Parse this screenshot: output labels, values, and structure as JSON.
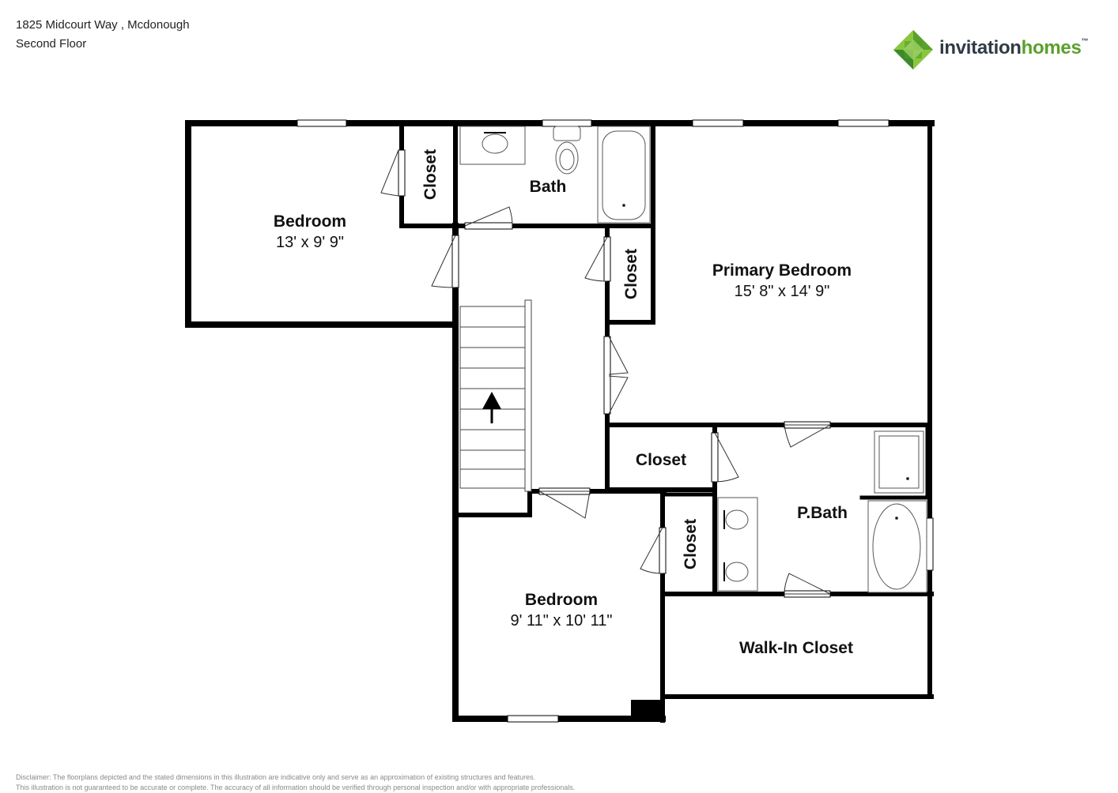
{
  "header": {
    "address": "1825 Midcourt Way , Mcdonough",
    "floor": "Second Floor"
  },
  "logo": {
    "part1": "invitation",
    "part2": "homes",
    "mark": "™",
    "colors": {
      "dark": "#2f3b45",
      "green": "#5aa02c",
      "light_green": "#8cc63f"
    }
  },
  "rooms": {
    "bedroom1": {
      "name": "Bedroom",
      "dim": "13' x 9' 9\""
    },
    "closet1": {
      "name": "Closet"
    },
    "bath": {
      "name": "Bath"
    },
    "closet2": {
      "name": "Closet"
    },
    "primary_bedroom": {
      "name": "Primary Bedroom",
      "dim": "15' 8\" x 14' 9\""
    },
    "closet3": {
      "name": "Closet"
    },
    "pbath": {
      "name": "P.Bath"
    },
    "closet4": {
      "name": "Closet"
    },
    "bedroom2": {
      "name": "Bedroom",
      "dim": "9' 11\" x 10' 11\""
    },
    "walk_in_closet": {
      "name": "Walk-In Closet"
    }
  },
  "disclaimer": {
    "line1": "Disclaimer: The floorplans depicted and the stated dimensions in this illustration are indicative only and serve as an approximation of existing structures and features.",
    "line2": "This illustration is not guaranteed to be accurate or complete. The accuracy of all information should be verified through personal inspection and/or with appropriate professionals."
  }
}
